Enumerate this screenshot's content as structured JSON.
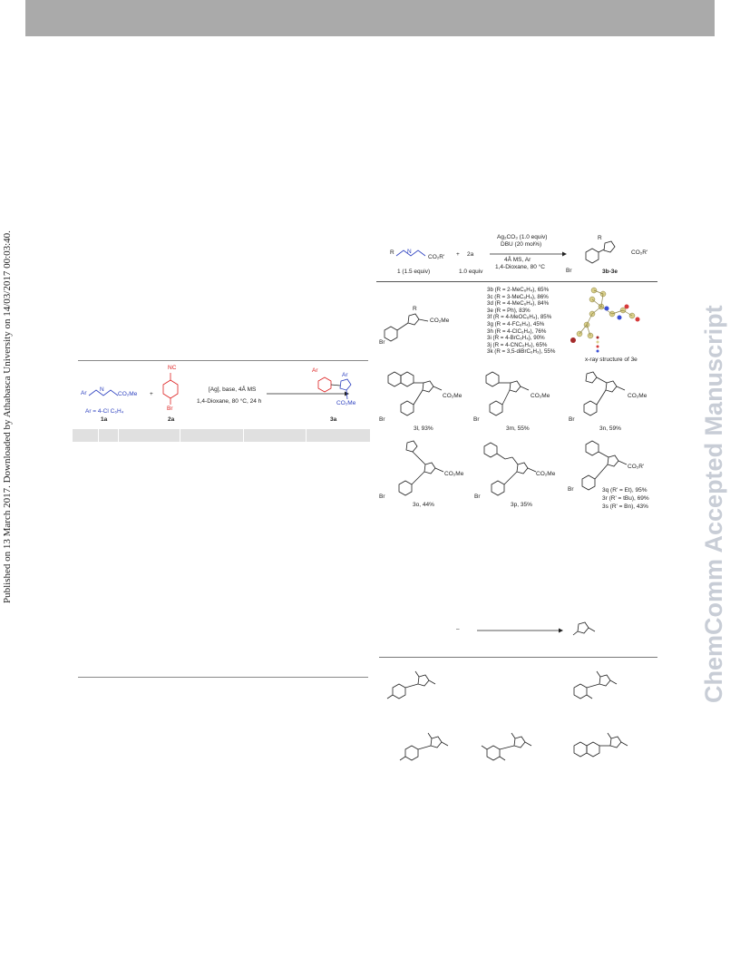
{
  "watermark": "ChemComm Accepted Manuscript",
  "side_note": "Published on 13 March 2017. Downloaded by Athabasca University on 14/03/2017 00:03:40.",
  "scheme_left": {
    "reagent_label": "NC",
    "br_label": "Br",
    "conditions_top": "[Ag], base, 4Å MS",
    "conditions_bottom": "1,4-Dioxane, 80 °C, 24 h",
    "imine_ar": "Ar",
    "imine_n": "N",
    "imine_ester": "CO₂Me",
    "ar_def": "Ar = 4-Cl C₆H₄",
    "cmpd_1a": "1a",
    "cmpd_2a": "2a",
    "cmpd_3a": "3a",
    "plus": "+",
    "prod_ar": "Ar",
    "prod_ar2": "Ar",
    "prod_ester": "CO₂Me"
  },
  "scheme_right": {
    "r_label": "R",
    "n_label": "N",
    "ester_label": "CO₂R'",
    "plus": "+",
    "reagent_2a": "2a",
    "cond1": "Ag₂CO₃ (1.0 equiv)",
    "cond2": "DBU (20 mol%)",
    "cond3": "4Å MS, Ar",
    "cond4": "1,4-Dioxane, 80 °C",
    "equiv1": "1 (1.5 equiv)",
    "equiv2": "1.0 equiv",
    "product_range": "3b-3e",
    "prod_ester": "CO₂R'",
    "br": "Br",
    "gen_ester": "CO₂Me",
    "gen_r": "R",
    "xray_caption": "x-ray structure of 3e",
    "list": [
      "3b (R = 2-MeC₆H₄), 65%",
      "3c (R = 3-MeC₆H₄), 86%",
      "3d (R = 4-MeC₆H₄), 84%",
      "3e (R = Ph), 83%",
      "3f (R = 4-MeOC₆H₄), 85%",
      "3g (R = 4-FC₆H₄), 45%",
      "3h (R = 4-ClC₆H₄), 76%",
      "3i (R = 4-BrC₆H₄), 90%",
      "3j (R = 4-CNC₆H₄), 65%",
      "3k (R = 3,5-diBrC₆H₃), 55%"
    ],
    "row2": [
      "3l, 93%",
      "3m, 55%",
      "3n, 59%"
    ],
    "row3": [
      "3o, 44%",
      "3p, 35%"
    ],
    "r3_list": [
      "3q (R' = Et), 95%",
      "3r (R' = tBu), 69%",
      "3s (R' = Bn), 43%"
    ],
    "co2me": "CO₂Me",
    "co2r": "CO₂R'",
    "arrow_minus": "–"
  }
}
